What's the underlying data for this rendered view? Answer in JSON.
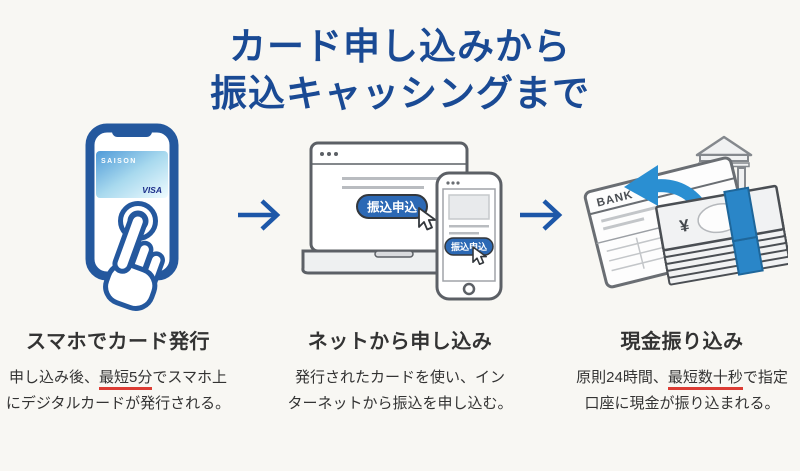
{
  "header": {
    "title_line1": "カード申し込みから",
    "title_line2": "振込キャッシングまで"
  },
  "steps": [
    {
      "title": "スマホでカード発行",
      "desc_pre": "申し込み後、",
      "desc_highlight": "最短5分",
      "desc_post": "でスマホ上\nにデジタルカードが発行される。",
      "card_brand": "SAISON",
      "card_network": "VISA"
    },
    {
      "title": "ネットから申し込み",
      "desc_pre": "発行されたカードを使い、イン\nターネットから振込を申し込む。",
      "desc_highlight": "",
      "desc_post": "",
      "button_label": "振込申込"
    },
    {
      "title": "現金振り込み",
      "desc_pre": "原則24時間、",
      "desc_highlight": "最短数十秒",
      "desc_post": "で指定\n口座に現金が振り込まれる。",
      "bank_label": "BANK",
      "yen_symbol": "¥"
    }
  ],
  "colors": {
    "title_blue": "#1a4a94",
    "illustration_blue": "#24589e",
    "button_blue": "#2c69b5",
    "cyan_arrow": "#2a8fd2",
    "highlight_red": "#dc3c34",
    "background": "#f8f7f3"
  }
}
